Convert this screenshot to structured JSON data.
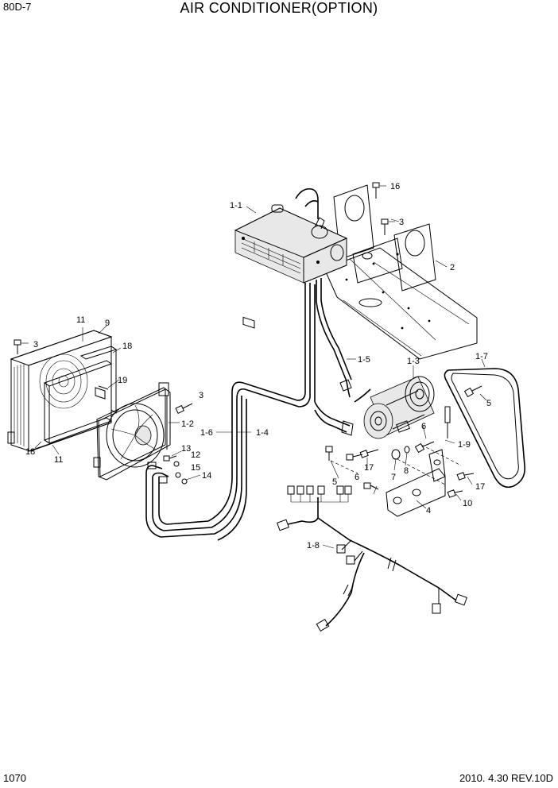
{
  "header": {
    "model": "80D-7",
    "title": "AIR CONDITIONER(OPTION)"
  },
  "footer": {
    "page": "1070",
    "revision": "2010. 4.30 REV.10D"
  },
  "callouts": [
    {
      "id": "c-1-1",
      "label": "1-1"
    },
    {
      "id": "c-16",
      "label": "16"
    },
    {
      "id": "c-3a",
      "label": "3"
    },
    {
      "id": "c-2",
      "label": "2"
    },
    {
      "id": "c-11a",
      "label": "11"
    },
    {
      "id": "c-9",
      "label": "9"
    },
    {
      "id": "c-3b",
      "label": "3"
    },
    {
      "id": "c-18a",
      "label": "18"
    },
    {
      "id": "c-19",
      "label": "19"
    },
    {
      "id": "c-3c",
      "label": "3"
    },
    {
      "id": "c-1-2",
      "label": "1-2"
    },
    {
      "id": "c-1-6",
      "label": "1-6"
    },
    {
      "id": "c-1-4",
      "label": "1-4"
    },
    {
      "id": "c-1-5",
      "label": "1-5"
    },
    {
      "id": "c-1-3",
      "label": "1-3"
    },
    {
      "id": "c-1-7",
      "label": "1-7"
    },
    {
      "id": "c-5a",
      "label": "5"
    },
    {
      "id": "c-6a",
      "label": "6"
    },
    {
      "id": "c-1-9",
      "label": "1-9"
    },
    {
      "id": "c-13",
      "label": "13"
    },
    {
      "id": "c-12",
      "label": "12"
    },
    {
      "id": "c-15",
      "label": "15"
    },
    {
      "id": "c-14",
      "label": "14"
    },
    {
      "id": "c-18b",
      "label": "18"
    },
    {
      "id": "c-11b",
      "label": "11"
    },
    {
      "id": "c-5b",
      "label": "5"
    },
    {
      "id": "c-17a",
      "label": "17"
    },
    {
      "id": "c-6b",
      "label": "6"
    },
    {
      "id": "c-7",
      "label": "7"
    },
    {
      "id": "c-8",
      "label": "8"
    },
    {
      "id": "c-17b",
      "label": "17"
    },
    {
      "id": "c-10",
      "label": "10"
    },
    {
      "id": "c-4",
      "label": "4"
    },
    {
      "id": "c-1-8",
      "label": "1-8"
    }
  ]
}
